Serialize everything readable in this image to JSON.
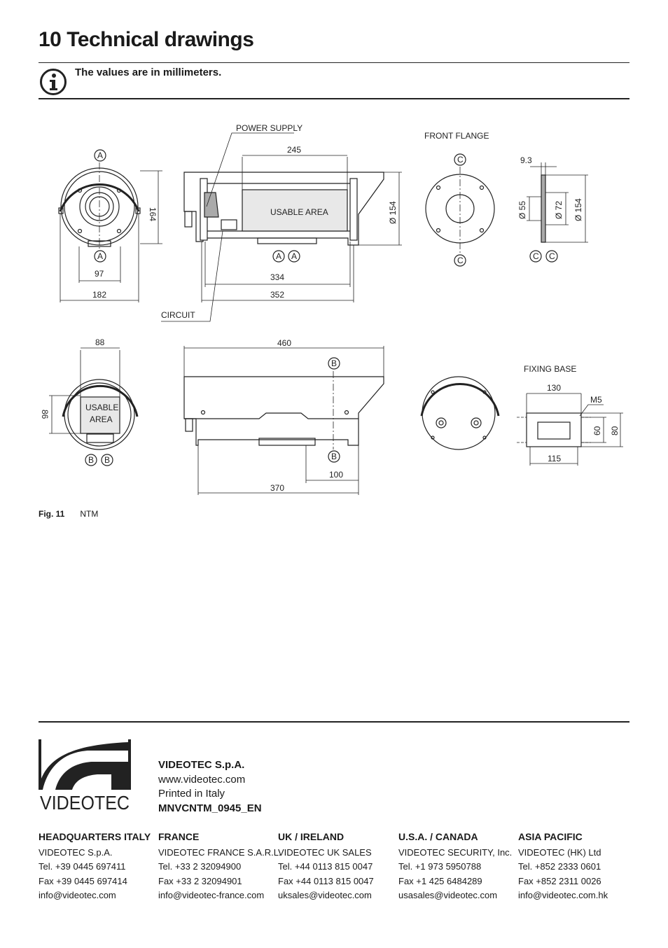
{
  "header": {
    "title": "10  Technical drawings"
  },
  "note": {
    "icon": "info-icon",
    "text": "The values are in millimeters."
  },
  "drawing": {
    "labels": {
      "power_supply": "POWER SUPPLY",
      "front_flange": "FRONT FLANGE",
      "circuit": "CIRCUIT",
      "usable_area": "USABLE AREA",
      "usable": "USABLE",
      "area": "AREA",
      "fixing_base": "FIXING BASE",
      "m5": "M5"
    },
    "sections": {
      "a": "A",
      "b": "B",
      "c": "C"
    },
    "dimensions": {
      "d164": "164",
      "d97": "97",
      "d182": "182",
      "d245": "245",
      "d154": "Ø 154",
      "d334": "334",
      "d352": "352",
      "d9_3": "9.3",
      "d55": "Ø 55",
      "d72": "Ø 72",
      "d154b": "Ø 154",
      "d88": "88",
      "d86": "86",
      "d460": "460",
      "d100": "100",
      "d370": "370",
      "d130": "130",
      "d60": "60",
      "d80": "80",
      "d115": "115"
    }
  },
  "figure": {
    "number": "Fig. 11",
    "caption": "NTM"
  },
  "company": {
    "name": "VIDEOTEC S.p.A.",
    "website": "www.videotec.com",
    "printed": "Printed in Italy",
    "doc_code": "MNVCNTM_0945_EN"
  },
  "offices": [
    {
      "heading": "HEADQUARTERS ITALY",
      "name": "VIDEOTEC S.p.A.",
      "tel": "Tel. +39 0445 697411",
      "fax": "Fax +39 0445 697414",
      "email": "info@videotec.com"
    },
    {
      "heading": "FRANCE",
      "name": "VIDEOTEC FRANCE S.A.R.L.",
      "tel": "Tel. +33 2 32094900",
      "fax": "Fax +33 2 32094901",
      "email": "info@videotec-france.com"
    },
    {
      "heading": "UK / IRELAND",
      "name": "VIDEOTEC UK SALES",
      "tel": "Tel. +44 0113 815 0047",
      "fax": "Fax +44 0113 815 0047",
      "email": "uksales@videotec.com"
    },
    {
      "heading": "U.S.A. / CANADA",
      "name": "VIDEOTEC SECURITY, Inc.",
      "tel": "Tel. +1 973 5950788",
      "fax": "Fax +1 425 6484289",
      "email": "usasales@videotec.com"
    },
    {
      "heading": "ASIA PACIFIC",
      "name": "VIDEOTEC (HK) Ltd",
      "tel": "Tel. +852 2333 0601",
      "fax": "Fax +852 2311 0026",
      "email": "info@videotec.com.hk"
    }
  ]
}
